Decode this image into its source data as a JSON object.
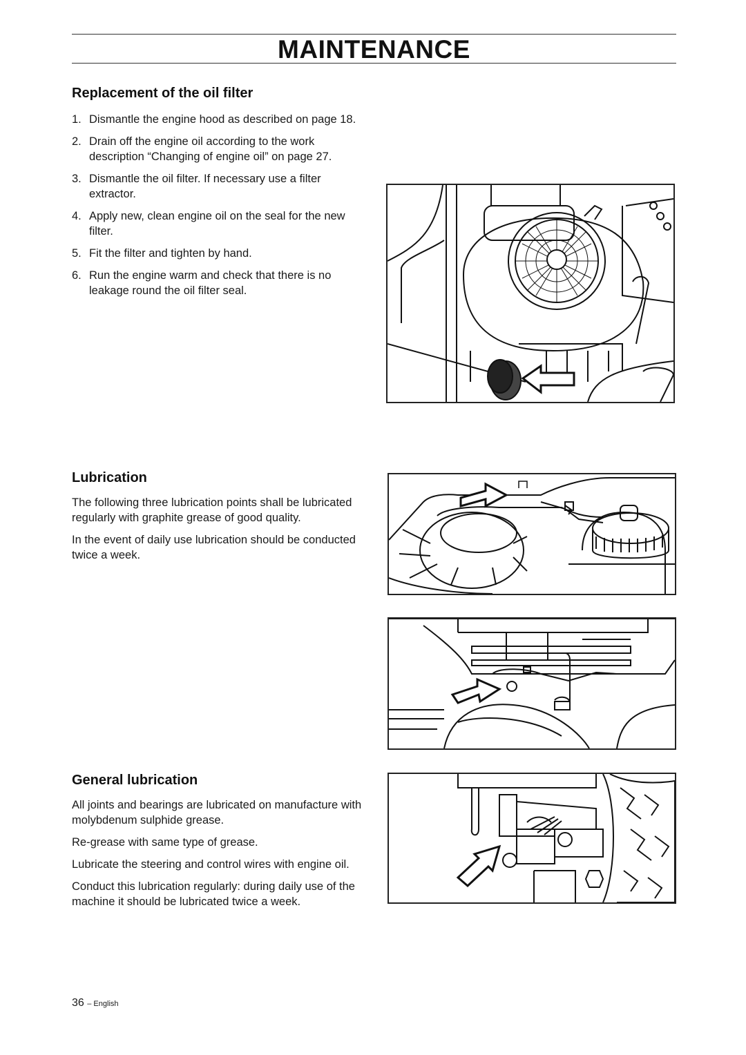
{
  "header": {
    "title": "MAINTENANCE"
  },
  "oil_filter": {
    "heading": "Replacement of the oil filter",
    "steps": [
      {
        "num": "1.",
        "text": "Dismantle the engine hood as described on page 18."
      },
      {
        "num": "2.",
        "text": "Drain off the engine oil according to the work description “Changing of engine oil” on page 27."
      },
      {
        "num": "3.",
        "text": "Dismantle the oil filter. If necessary use a filter extractor."
      },
      {
        "num": "4.",
        "text": "Apply new, clean engine oil on the seal for the new filter."
      },
      {
        "num": "5.",
        "text": "Fit the filter and tighten by hand."
      },
      {
        "num": "6.",
        "text": "Run the engine warm and check that there is no leakage round the oil filter seal."
      }
    ]
  },
  "lubrication": {
    "heading": "Lubrication",
    "paragraphs": [
      "The following three lubrication points shall be lubricated regularly with graphite grease of good quality.",
      "In the event of daily use lubrication should be conducted twice a week."
    ]
  },
  "general_lubrication": {
    "heading": "General lubrication",
    "paragraphs": [
      "All joints and bearings are lubricated on manufacture with molybdenum sulphide grease.",
      "Re-grease with same type of grease.",
      "Lubricate the steering and control wires with engine oil.",
      "Conduct this lubrication regularly: during daily use of the machine it should be lubricated twice a week."
    ]
  },
  "footer": {
    "page_number": "36",
    "language": "– English"
  }
}
